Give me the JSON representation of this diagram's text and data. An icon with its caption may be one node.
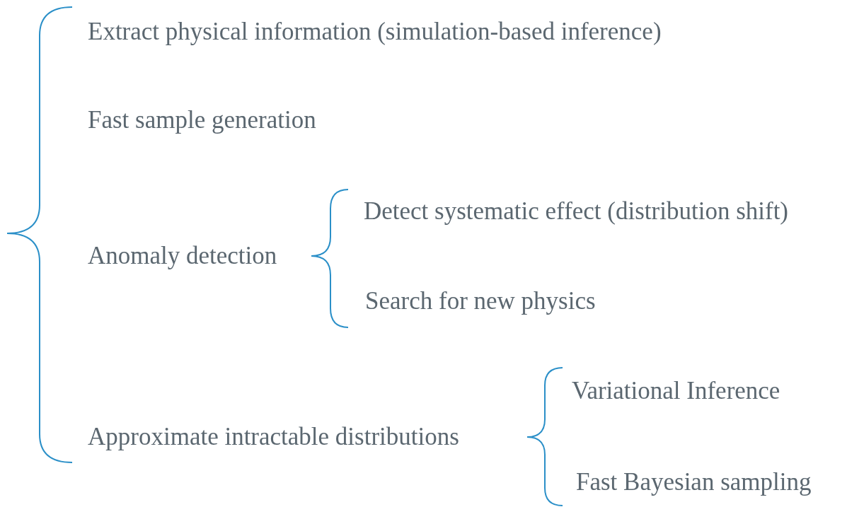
{
  "diagram": {
    "labels": [
      "Extract physical information (simulation-based inference)",
      "Fast sample generation",
      "Detect systematic effect (distribution shift)",
      "Anomaly detection",
      "Search for new physics",
      "Variational Inference",
      "Approximate intractable distributions",
      "Fast Bayesian sampling"
    ]
  }
}
